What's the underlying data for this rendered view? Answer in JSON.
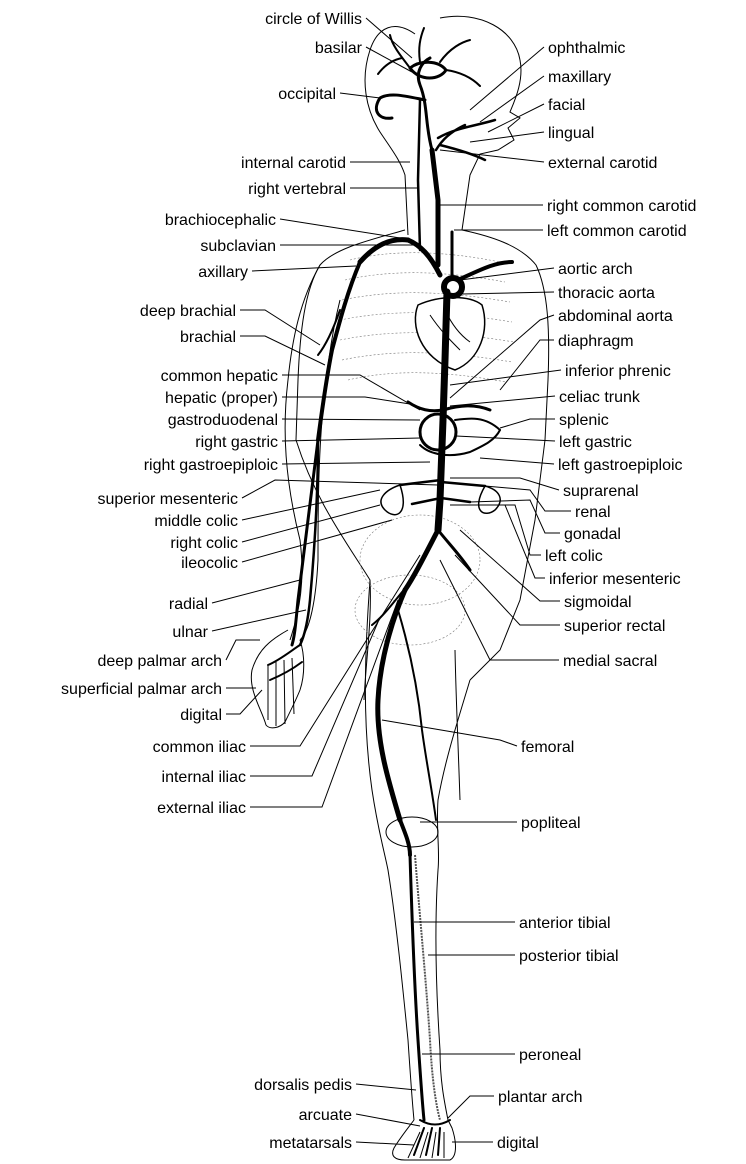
{
  "labels_left": [
    {
      "key": "circle_of_willis",
      "text": "circle of Willis"
    },
    {
      "key": "basilar",
      "text": "basilar"
    },
    {
      "key": "occipital",
      "text": "occipital"
    },
    {
      "key": "internal_carotid",
      "text": "internal carotid"
    },
    {
      "key": "right_vertebral",
      "text": "right vertebral"
    },
    {
      "key": "brachiocephalic",
      "text": "brachiocephalic"
    },
    {
      "key": "subclavian",
      "text": "subclavian"
    },
    {
      "key": "axillary",
      "text": "axillary"
    },
    {
      "key": "deep_brachial",
      "text": "deep brachial"
    },
    {
      "key": "brachial",
      "text": "brachial"
    },
    {
      "key": "common_hepatic",
      "text": "common hepatic"
    },
    {
      "key": "hepatic_proper",
      "text": "hepatic (proper)"
    },
    {
      "key": "gastroduodenal",
      "text": "gastroduodenal"
    },
    {
      "key": "right_gastric",
      "text": "right gastric"
    },
    {
      "key": "right_gastroepiploic",
      "text": "right gastroepiploic"
    },
    {
      "key": "superior_mesenteric",
      "text": "superior mesenteric"
    },
    {
      "key": "middle_colic",
      "text": "middle colic"
    },
    {
      "key": "right_colic",
      "text": "right colic"
    },
    {
      "key": "ileocolic",
      "text": "ileocolic"
    },
    {
      "key": "radial",
      "text": "radial"
    },
    {
      "key": "ulnar",
      "text": "ulnar"
    },
    {
      "key": "deep_palmar_arch",
      "text": "deep palmar arch"
    },
    {
      "key": "superficial_palmar_arch",
      "text": "superficial palmar arch"
    },
    {
      "key": "digital_hand",
      "text": "digital"
    },
    {
      "key": "common_iliac",
      "text": "common iliac"
    },
    {
      "key": "internal_iliac",
      "text": "internal iliac"
    },
    {
      "key": "external_iliac",
      "text": "external iliac"
    },
    {
      "key": "dorsalis_pedis",
      "text": "dorsalis pedis"
    },
    {
      "key": "arcuate",
      "text": "arcuate"
    },
    {
      "key": "metatarsals",
      "text": "metatarsals"
    }
  ],
  "labels_right": [
    {
      "key": "ophthalmic",
      "text": "ophthalmic"
    },
    {
      "key": "maxillary",
      "text": "maxillary"
    },
    {
      "key": "facial",
      "text": "facial"
    },
    {
      "key": "lingual",
      "text": "lingual"
    },
    {
      "key": "external_carotid",
      "text": "external carotid"
    },
    {
      "key": "right_common_carotid",
      "text": "right common carotid"
    },
    {
      "key": "left_common_carotid",
      "text": "left common carotid"
    },
    {
      "key": "aortic_arch",
      "text": "aortic arch"
    },
    {
      "key": "thoracic_aorta",
      "text": "thoracic aorta"
    },
    {
      "key": "abdominal_aorta",
      "text": "abdominal aorta"
    },
    {
      "key": "diaphragm",
      "text": "diaphragm"
    },
    {
      "key": "inferior_phrenic",
      "text": "inferior phrenic"
    },
    {
      "key": "celiac_trunk",
      "text": "celiac trunk"
    },
    {
      "key": "splenic",
      "text": "splenic"
    },
    {
      "key": "left_gastric",
      "text": "left gastric"
    },
    {
      "key": "left_gastroepiploic",
      "text": "left gastroepiploic"
    },
    {
      "key": "suprarenal",
      "text": "suprarenal"
    },
    {
      "key": "renal",
      "text": "renal"
    },
    {
      "key": "gonadal",
      "text": "gonadal"
    },
    {
      "key": "left_colic",
      "text": "left colic"
    },
    {
      "key": "inferior_mesenteric",
      "text": "inferior mesenteric"
    },
    {
      "key": "sigmoidal",
      "text": "sigmoidal"
    },
    {
      "key": "superior_rectal",
      "text": "superior rectal"
    },
    {
      "key": "medial_sacral",
      "text": "medial sacral"
    },
    {
      "key": "femoral",
      "text": "femoral"
    },
    {
      "key": "popliteal",
      "text": "popliteal"
    },
    {
      "key": "anterior_tibial",
      "text": "anterior tibial"
    },
    {
      "key": "posterior_tibial",
      "text": "posterior tibial"
    },
    {
      "key": "peroneal",
      "text": "peroneal"
    },
    {
      "key": "plantar_arch",
      "text": "plantar arch"
    },
    {
      "key": "digital_foot",
      "text": "digital"
    }
  ]
}
